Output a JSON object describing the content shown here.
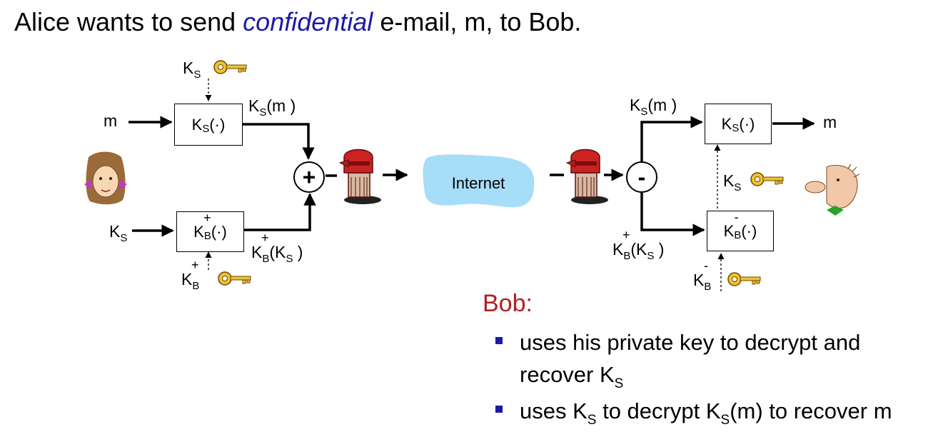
{
  "title": {
    "prefix": "Alice wants to send ",
    "emphasis": "confidential",
    "suffix": " e-mail, m, to Bob."
  },
  "alice": {
    "input_m": "m",
    "key_s_label": "K",
    "key_s_sub": "S",
    "enc_ks_box": {
      "main": "K",
      "sub": "S",
      "rest": "(·)"
    },
    "ks_m_out": {
      "main": "K",
      "sub": "S",
      "rest": "(m )"
    },
    "input_ks": {
      "main": "K",
      "sub": "S"
    },
    "enc_kb_box": {
      "main": "K",
      "sup": "+",
      "sub": "B",
      "rest": "(·)"
    },
    "kb_ks_out": {
      "main": "K",
      "sup": "+",
      "sub": "B",
      "rest": "(K",
      "rest_sub": "S",
      "tail": " )"
    },
    "kb_pub_key": {
      "main": "K",
      "sup": "+",
      "sub": "B"
    },
    "combine_symbol": "+"
  },
  "network": {
    "label": "Internet"
  },
  "bob": {
    "split_symbol": "-",
    "ks_m_in": {
      "main": "K",
      "sub": "S",
      "rest": "(m )"
    },
    "dec_ks_box": {
      "main": "K",
      "sub": "S",
      "rest": "(·)"
    },
    "output_m": "m",
    "ks_recovered": {
      "main": "K",
      "sub": "S"
    },
    "kb_ks_in": {
      "main": "K",
      "sup": "+",
      "sub": "B",
      "rest": "(K",
      "rest_sub": "S",
      "tail": " )"
    },
    "dec_kb_box": {
      "main": "K",
      "sup": "-",
      "sub": "B",
      "rest": "(·)"
    },
    "kb_priv_key": {
      "main": "K",
      "sup": "-",
      "sub": "B"
    }
  },
  "explanation": {
    "heading": "Bob:",
    "bullet1_a": "uses his private key to decrypt and",
    "bullet1_b": "recover K",
    "bullet1_b_sub": "S",
    "bullet2_a": "uses K",
    "bullet2_a_sub": "S",
    "bullet2_b": " to decrypt K",
    "bullet2_b_sub": "S",
    "bullet2_c": "(m) to recover m"
  },
  "icons": [
    "key-icon",
    "mailbox-icon",
    "alice-avatar",
    "bob-avatar"
  ]
}
